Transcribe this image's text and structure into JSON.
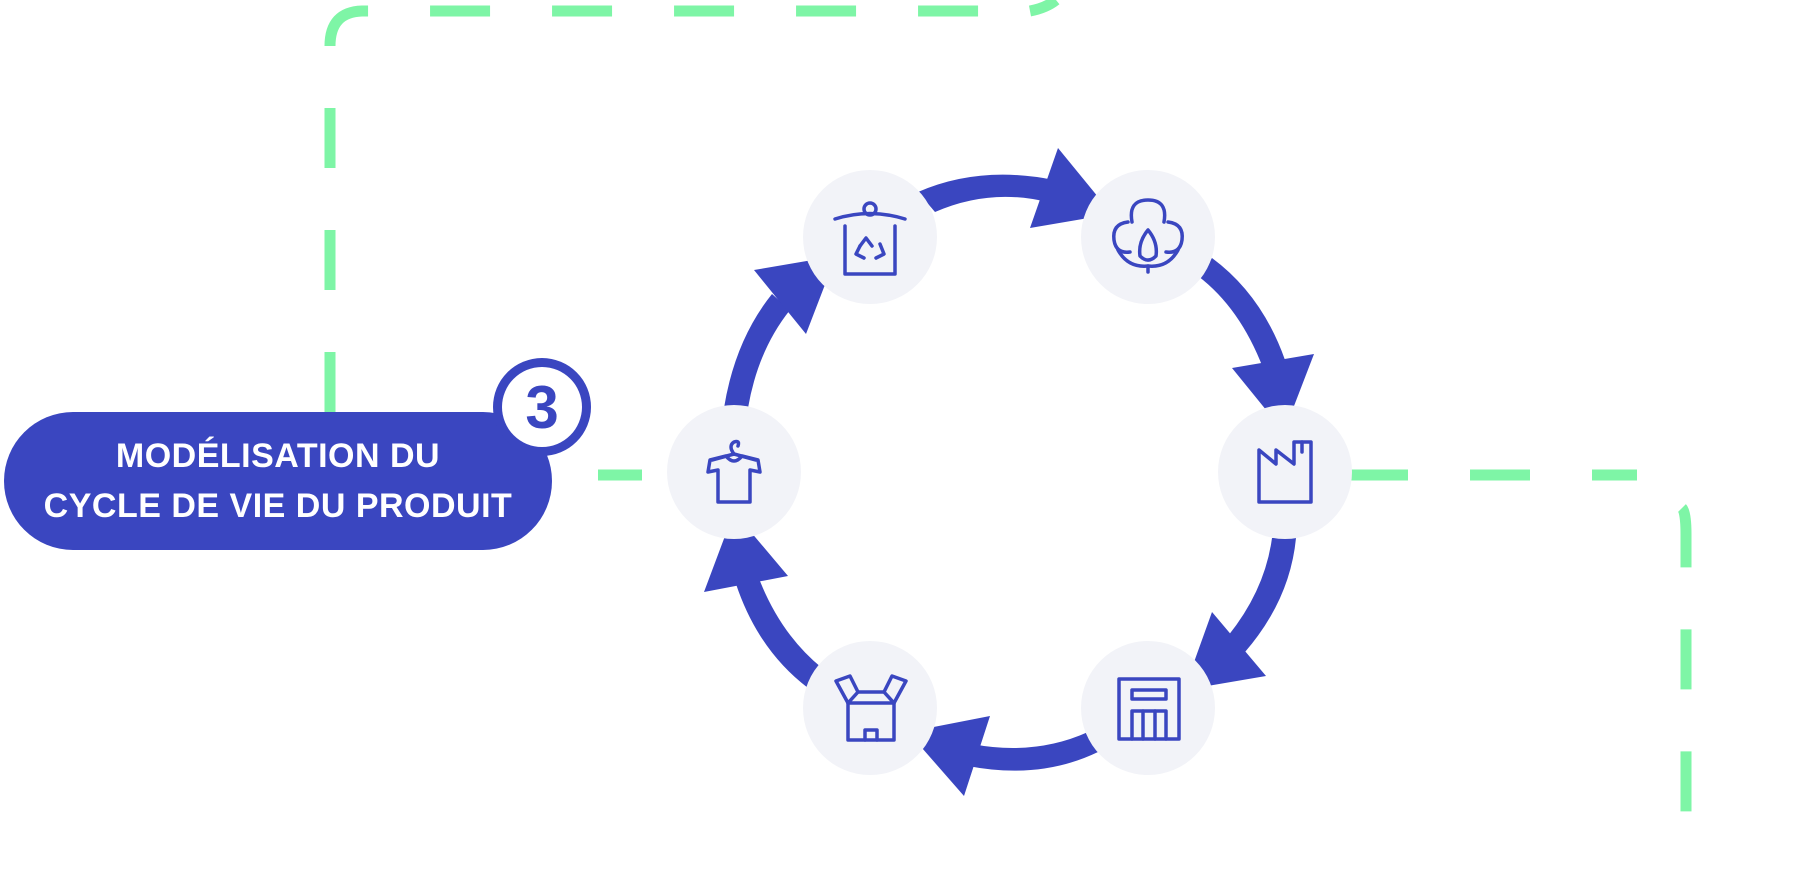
{
  "colors": {
    "primary": "#3a46c0",
    "accent_dash": "#7ef5a6",
    "node_bg": "#f2f3f8",
    "background": "#ffffff"
  },
  "label": {
    "line1": "MODÉLISATION DU",
    "line2": "CYCLE DE VIE DU PRODUIT"
  },
  "step_number": "3",
  "cycle_nodes": [
    {
      "name": "recycling-bin-icon"
    },
    {
      "name": "cotton-plant-icon"
    },
    {
      "name": "factory-icon"
    },
    {
      "name": "warehouse-icon"
    },
    {
      "name": "package-box-icon"
    },
    {
      "name": "tshirt-hanger-icon"
    }
  ]
}
